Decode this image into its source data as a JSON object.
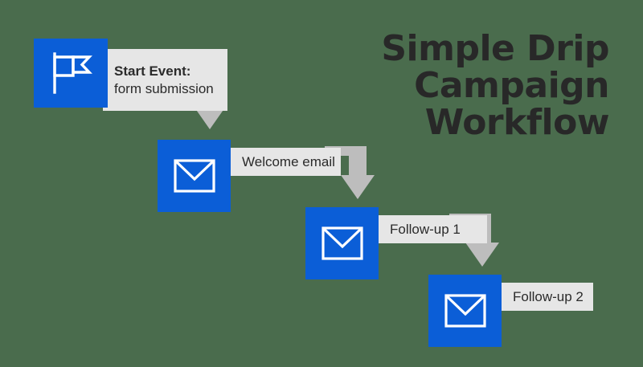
{
  "diagram": {
    "title_lines": [
      "Simple Drip",
      "Campaign",
      "Workflow"
    ],
    "background_color": "#4a6c4d",
    "accent_color": "#0b5ed7",
    "label_box_color": "#e6e6e6",
    "arrow_color": "#bdbdbd",
    "title_color": "#282828",
    "nodes": [
      {
        "id": "start",
        "icon": "flag-icon",
        "label_strong": "Start Event:",
        "label_rest": "form submission"
      },
      {
        "id": "welcome",
        "icon": "envelope-icon",
        "label": "Welcome email"
      },
      {
        "id": "follow-up-1",
        "icon": "envelope-icon",
        "label": "Follow-up 1"
      },
      {
        "id": "follow-up-2",
        "icon": "envelope-icon",
        "label": "Follow-up 2"
      }
    ],
    "connectors": [
      {
        "id": "connector-1",
        "from": "start",
        "to": "welcome",
        "shape": "elbow-down-arrow"
      },
      {
        "id": "connector-2",
        "from": "welcome",
        "to": "follow-up-1",
        "shape": "elbow-down-arrow"
      },
      {
        "id": "connector-3",
        "from": "follow-up-1",
        "to": "follow-up-2",
        "shape": "elbow-down-arrow"
      }
    ]
  }
}
